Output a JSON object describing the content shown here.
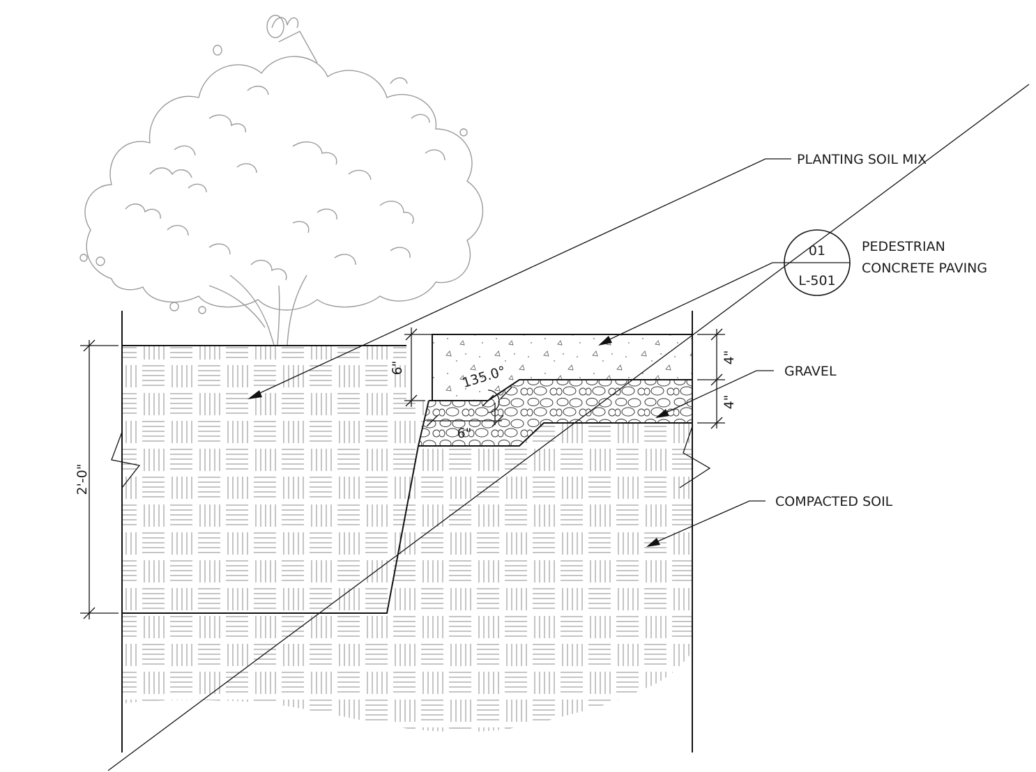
{
  "labels": {
    "planting_soil_mix": "PLANTING SOIL MIX",
    "pedestrian_line1": "PEDESTRIAN",
    "pedestrian_line2": "CONCRETE PAVING",
    "gravel": "GRAVEL",
    "compacted_soil": "COMPACTED SOIL"
  },
  "detail_bubble": {
    "number": "01",
    "sheet": "L-501"
  },
  "dimensions": {
    "total_depth": "2'-0\"",
    "paving_step": "6\"",
    "paving_thickness": "4\"",
    "gravel_thickness": "4\"",
    "gravel_extension": "6\"",
    "angle": "135.0°"
  },
  "colors": {
    "line": "#111111",
    "hatch": "#8a8a8a",
    "tree": "#9a9a9a"
  }
}
